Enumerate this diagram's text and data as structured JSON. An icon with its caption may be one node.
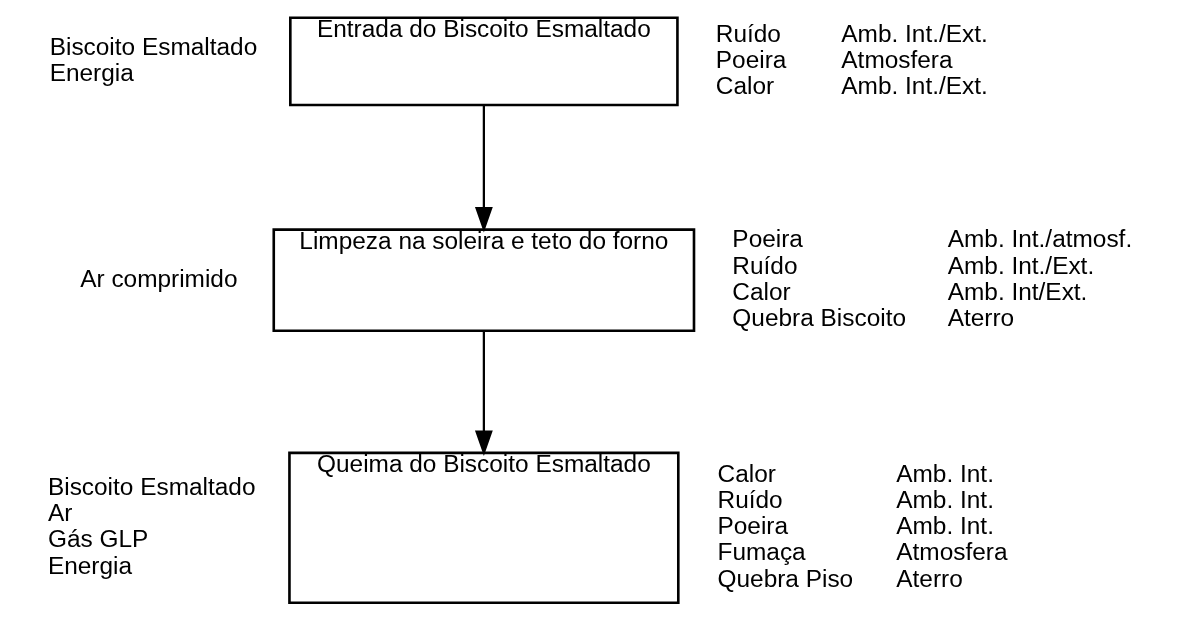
{
  "diagram": {
    "nodes": [
      {
        "text": [
          "Entrada do Biscoito Esmaltado"
        ],
        "beside": [
          "Biscoito Esmaltado",
          "Energia",
          "Ruído",
          "Poeira",
          "Calor",
          "Amb. Int./Ext.",
          "Atmosfera",
          "Amb. Int./Ext."
        ]
      },
      {
        "text": [
          "Limpeza na soleira e teto do forno"
        ],
        "beside": [
          "Ar comprimido",
          "Poeira",
          "Ruído",
          "Calor",
          "Quebra Biscoito",
          "Amb. Int./atmosf.",
          "Amb. Int./Ext.",
          "Amb. Int/Ext.",
          "Aterro"
        ]
      },
      {
        "text": [
          "Queima do Biscoito Esmaltado"
        ],
        "beside": [
          "Biscoito Esmaltado",
          "Ar",
          "Gás GLP",
          "Energia",
          "Calor",
          "Ruído",
          "Poeira",
          "Fumaça",
          "Quebra Piso",
          "Amb. Int.",
          "Amb. Int.",
          "Amb. Int.",
          "Atmosfera",
          "Aterro"
        ]
      }
    ],
    "edges": [
      {
        "from": 0,
        "to": 1,
        "arrow": "to"
      },
      {
        "from": 1,
        "to": 2,
        "arrow": "to"
      }
    ]
  }
}
